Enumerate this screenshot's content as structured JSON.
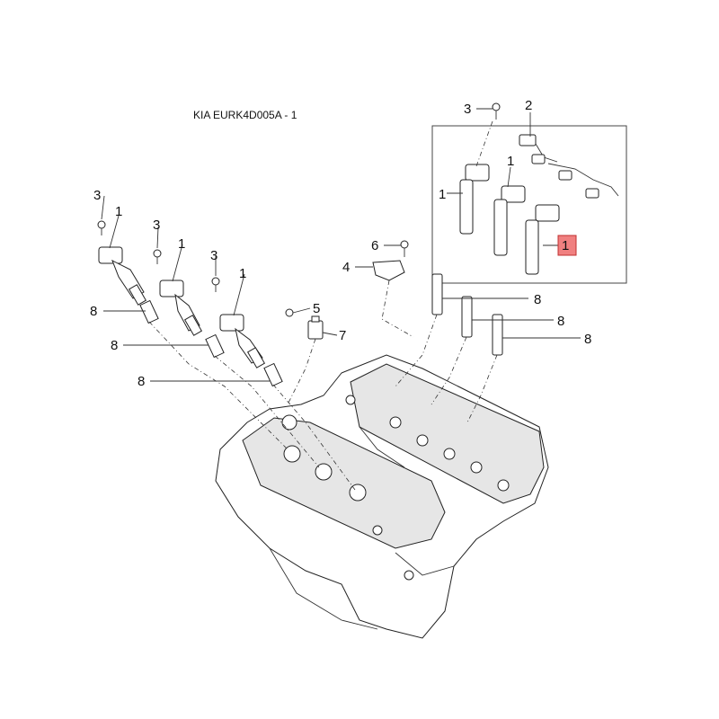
{
  "diagram": {
    "title": "KIA EURK4D005A - 1",
    "highlight_color": "#f08080",
    "labels": {
      "c1a": "1",
      "c1b": "1",
      "c1c": "1",
      "c1d": "1",
      "c1e": "1",
      "c1f": "1",
      "c2": "2",
      "c3a": "3",
      "c3b": "3",
      "c3c": "3",
      "c3d": "3",
      "c4": "4",
      "c5": "5",
      "c6": "6",
      "c7": "7",
      "c8a": "8",
      "c8b": "8",
      "c8c": "8",
      "c8d": "8",
      "c8e": "8",
      "c8f": "8"
    }
  }
}
